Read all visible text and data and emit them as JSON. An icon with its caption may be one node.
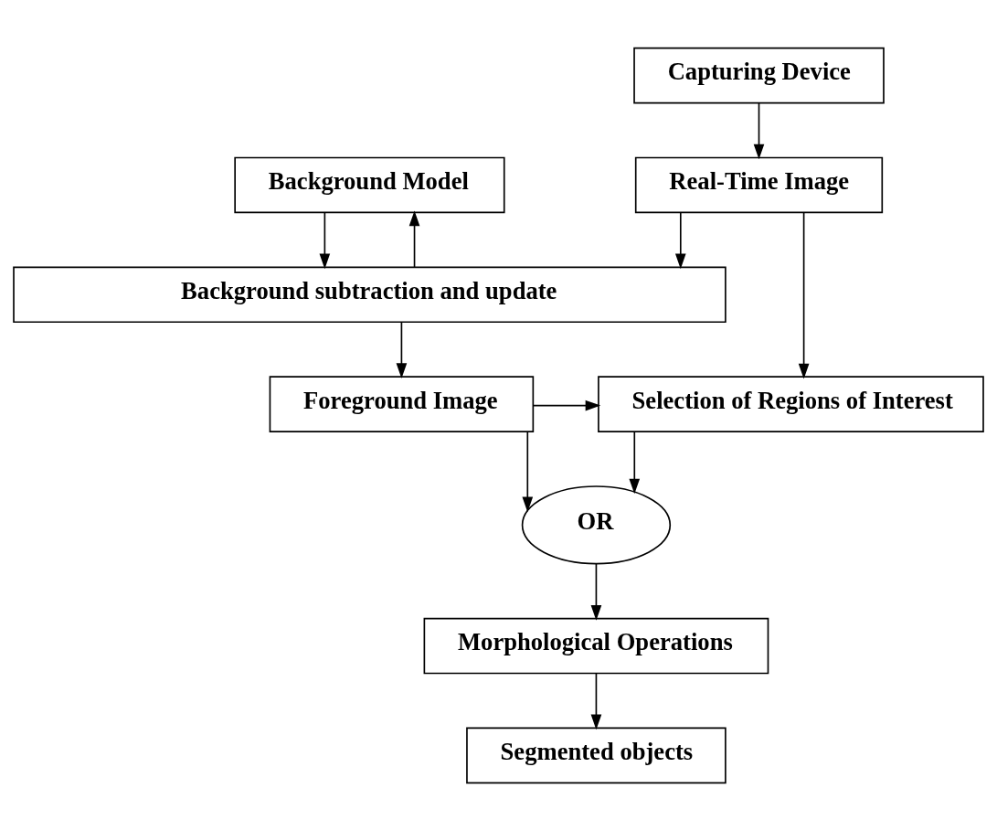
{
  "diagram": {
    "nodes": [
      {
        "text": [
          "Capturing Device"
        ]
      },
      {
        "text": [
          "Real-Time Image"
        ]
      },
      {
        "text": [
          "Background Model"
        ]
      },
      {
        "text": [
          "Background subtraction and update"
        ]
      },
      {
        "text": [
          "Foreground Image"
        ]
      },
      {
        "text": [
          "Selection of Regions of Interest"
        ]
      },
      {
        "text": [
          "OR"
        ]
      },
      {
        "text": [
          "Morphological Operations"
        ]
      },
      {
        "text": [
          "Segmented objects"
        ]
      }
    ],
    "edges": [
      {
        "from": 0,
        "to": 1,
        "arrow": "to"
      },
      {
        "from": 1,
        "to": 3,
        "arrow": "to"
      },
      {
        "from": 3,
        "to": 2,
        "arrow": "to"
      },
      {
        "from": 2,
        "to": 3,
        "arrow": "to"
      },
      {
        "from": 3,
        "to": 4,
        "arrow": "to"
      },
      {
        "from": 4,
        "to": 5,
        "arrow": "to"
      },
      {
        "from": 1,
        "to": 5,
        "arrow": "to"
      },
      {
        "from": 4,
        "to": 6,
        "arrow": "to"
      },
      {
        "from": 5,
        "to": 6,
        "arrow": "to"
      },
      {
        "from": 6,
        "to": 7,
        "arrow": "to"
      },
      {
        "from": 7,
        "to": 8,
        "arrow": "to"
      }
    ]
  }
}
